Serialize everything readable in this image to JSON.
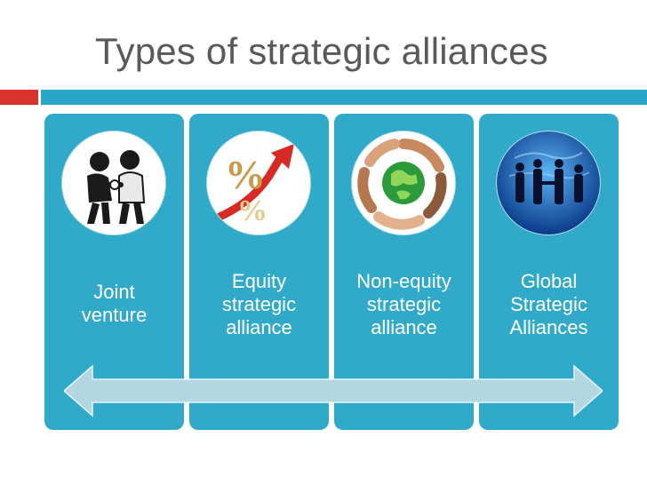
{
  "title": "Types of strategic alliances",
  "colors": {
    "accent_red": "#d9342b",
    "accent_blue": "#29a6c7",
    "card_blue": "#31a9c9",
    "arrow_fill": "#b3d6e3",
    "title_gray": "#595959"
  },
  "cards": [
    {
      "icon": "handshake-cartoon-icon",
      "label_lines": [
        "Joint",
        "venture"
      ]
    },
    {
      "icon": "percent-rising-arrow-icon",
      "label_lines": [
        "Equity",
        "strategic",
        "alliance"
      ]
    },
    {
      "icon": "hands-around-globe-icon",
      "label_lines": [
        "Non-equity",
        "strategic",
        "alliance"
      ]
    },
    {
      "icon": "business-silhouettes-globe-icon",
      "label_lines": [
        "Global",
        "Strategic",
        "Alliances"
      ]
    }
  ],
  "arrow_icon": "double-headed-arrow-icon"
}
